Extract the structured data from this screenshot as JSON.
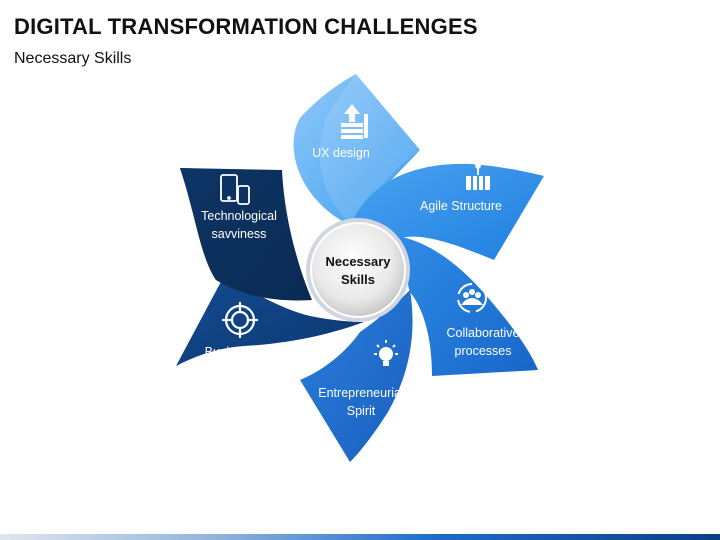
{
  "header": {
    "title": "DIGITAL TRANSFORMATION CHALLENGES",
    "subtitle": "Necessary Skills"
  },
  "center": {
    "line1": "Necessary",
    "line2": "Skills"
  },
  "petals": [
    {
      "id": "ux",
      "lines": [
        "UX design"
      ],
      "icon": "stack-upload-icon",
      "color": "#5aaef5"
    },
    {
      "id": "agile",
      "lines": [
        "Agile Structure"
      ],
      "icon": "conveyor-icon",
      "color": "#2b8ae6"
    },
    {
      "id": "collab",
      "lines": [
        "Collaborative",
        "processes"
      ],
      "icon": "team-cycle-icon",
      "color": "#1e78d8"
    },
    {
      "id": "entre",
      "lines": [
        "Entrepreneurial",
        "Spirit"
      ],
      "icon": "lightbulb-icon",
      "color": "#1f6fd0"
    },
    {
      "id": "business",
      "lines": [
        "Business acumen"
      ],
      "icon": "target-icon",
      "color": "#0e3f7c"
    },
    {
      "id": "tech",
      "lines": [
        "Technological",
        "savviness"
      ],
      "icon": "devices-icon",
      "color": "#0b2f5e"
    }
  ]
}
